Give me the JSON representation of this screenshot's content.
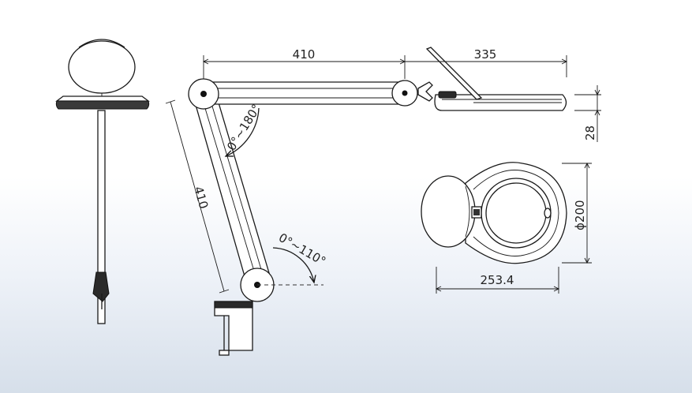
{
  "dimensions": {
    "arm_upper_length": "410",
    "head_length": "335",
    "arm_lower_length": "410",
    "head_thickness": "28",
    "lens_diameter": "ϕ200",
    "head_width": "253.4"
  },
  "angles": {
    "upper_joint": "0°~180°",
    "lower_joint": "0°~110°"
  },
  "colors": {
    "line": "#1a1a1a",
    "background_bottom": "#d6dfea"
  }
}
